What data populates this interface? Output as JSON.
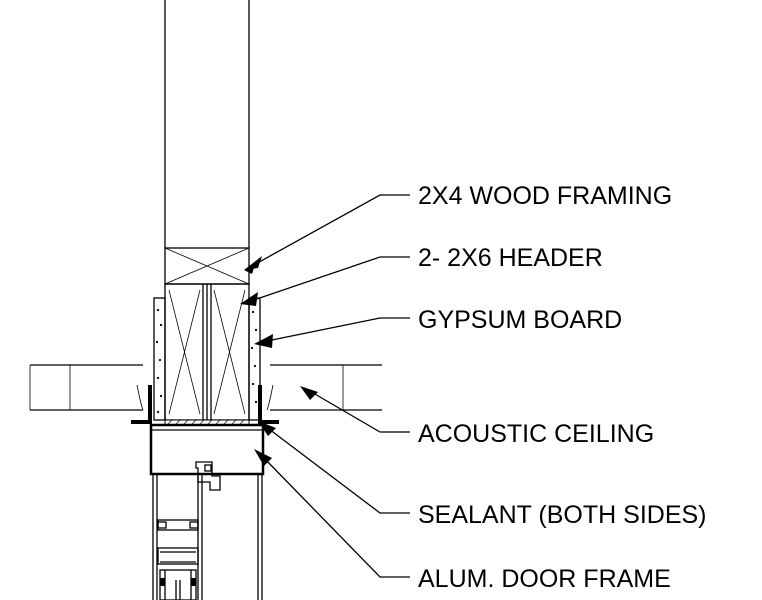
{
  "labels": {
    "wood_framing": "2X4 WOOD FRAMING",
    "header": "2- 2X6 HEADER",
    "gypsum": "GYPSUM BOARD",
    "ceiling": "ACOUSTIC CEILING",
    "sealant": "SEALANT (BOTH SIDES)",
    "door_frame": "ALUM. DOOR FRAME"
  }
}
